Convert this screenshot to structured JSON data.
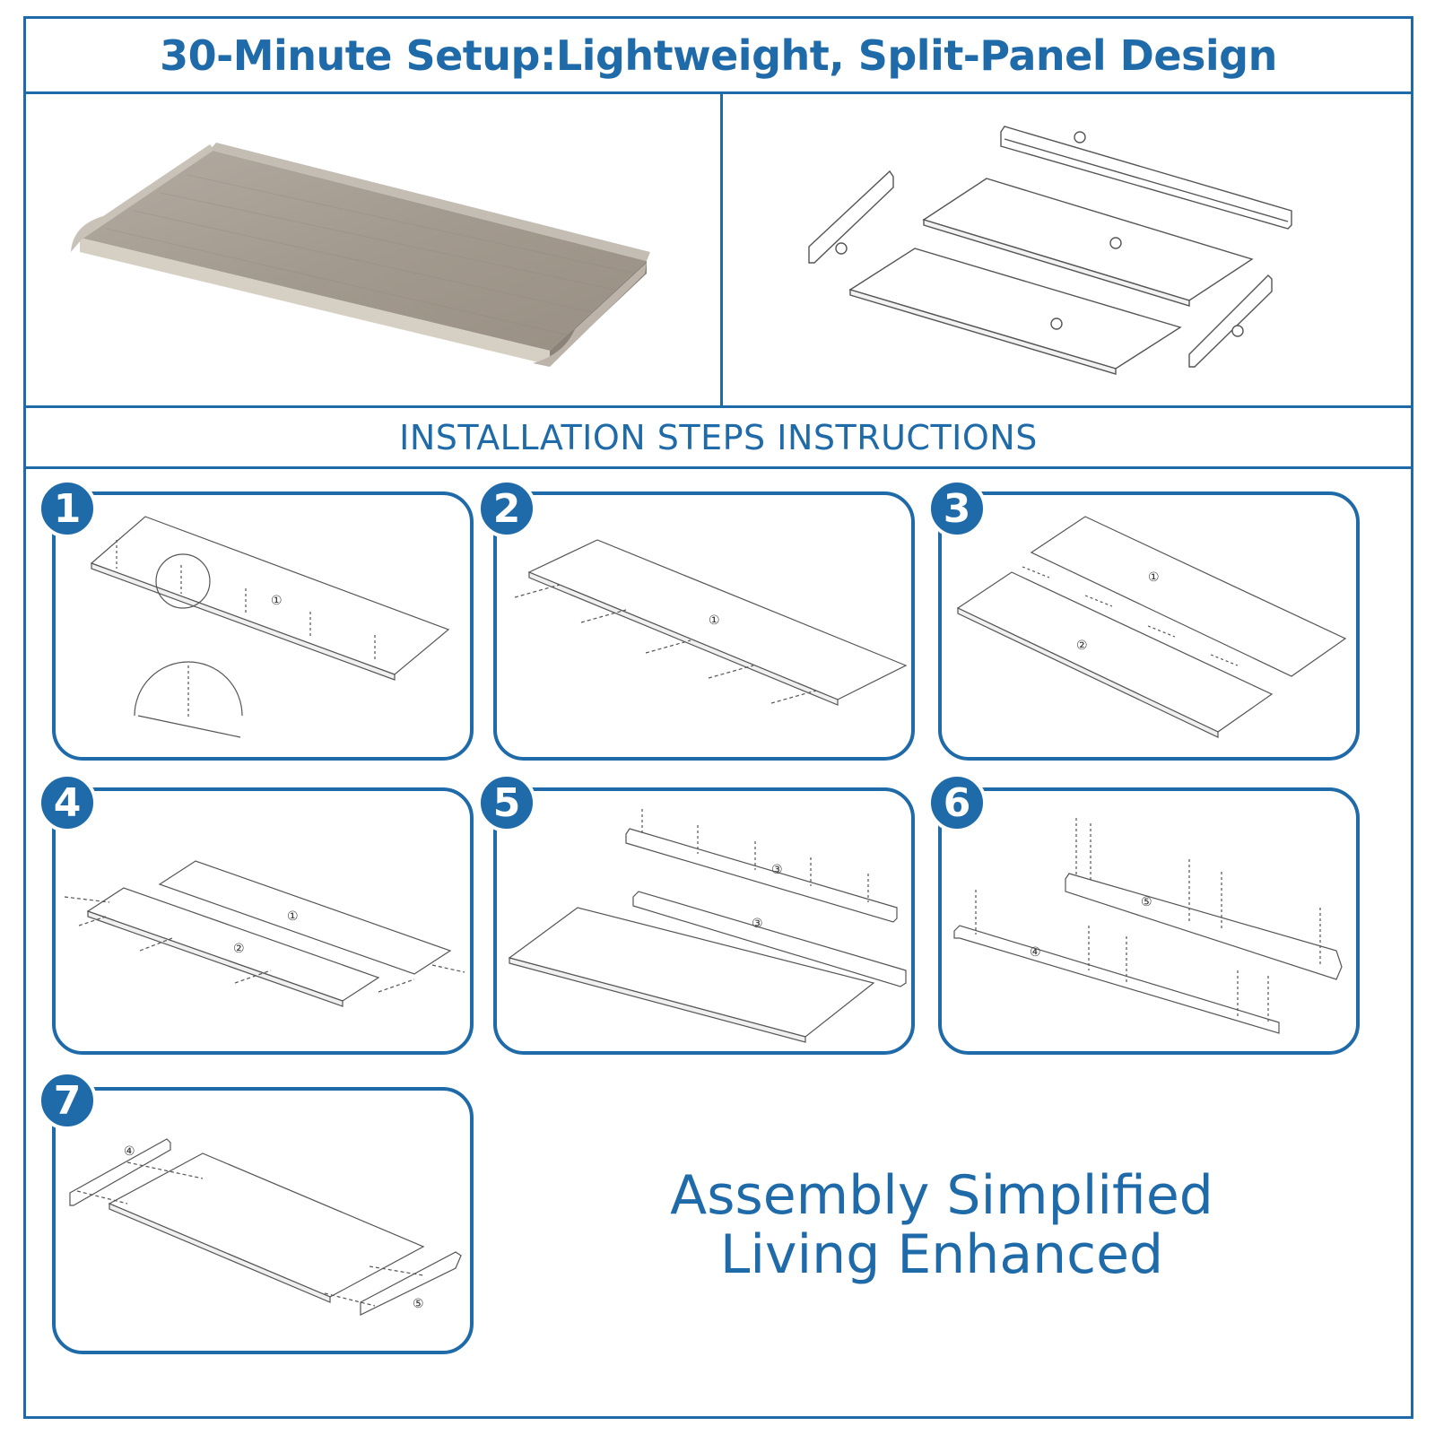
{
  "header": {
    "title": "30-Minute Setup:Lightweight, Split-Panel Design"
  },
  "section": {
    "title": "INSTALLATION STEPS INSTRUCTIONS"
  },
  "steps": [
    {
      "number": "1"
    },
    {
      "number": "2"
    },
    {
      "number": "3"
    },
    {
      "number": "4"
    },
    {
      "number": "5"
    },
    {
      "number": "6"
    },
    {
      "number": "7"
    }
  ],
  "part_labels": {
    "p1": "①",
    "p2": "②",
    "p3": "③",
    "p4": "④",
    "p5": "⑤"
  },
  "slogan": {
    "line1": "Assembly Simplified",
    "line2": "Living Enhanced"
  },
  "colors": {
    "accent": "#1f6aa8",
    "wood": "#a59c92",
    "line": "#555555"
  }
}
